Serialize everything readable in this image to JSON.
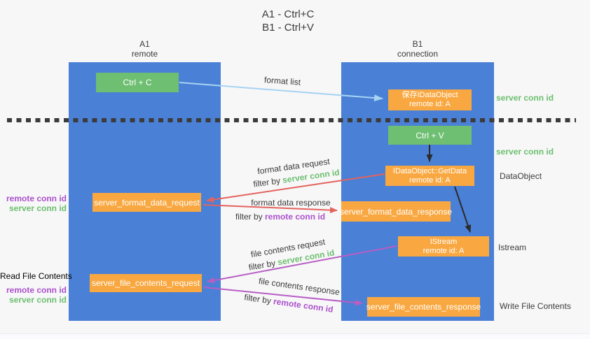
{
  "title": {
    "line1": "A1 - Ctrl+C",
    "line2": "B1 - Ctrl+V"
  },
  "columns": {
    "left": {
      "header_line1": "A1",
      "header_line2": "remote"
    },
    "right": {
      "header_line1": "B1",
      "header_line2": "connection"
    }
  },
  "nodes": {
    "ctrl_c": "Ctrl + C",
    "ctrl_v": "Ctrl + V",
    "save_dataobject": {
      "line1": "保存IDataObject",
      "line2": "remote id: A"
    },
    "getdata": {
      "line1": "IDataObject::GetData",
      "line2": "remote id: A"
    },
    "istream": {
      "line1": "IStream",
      "line2": "remote id: A"
    },
    "format_request": "server_format_data_request",
    "format_response": "server_format_data_response",
    "file_request": "server_file_contents_request",
    "file_response": "server_file_contents_response"
  },
  "arrow_labels": {
    "format_list": "format list",
    "format_data_request": "format data request",
    "format_data_response": "format data response",
    "file_contents_request": "file contents request",
    "file_contents_response": "file contents response",
    "filter_by": "filter by",
    "server_conn_id": "server conn id",
    "remote_conn_id": "remote conn id"
  },
  "side_labels": {
    "server_conn_id_top": "server conn id",
    "server_conn_id_mid": "server conn id",
    "dataobject": "DataObject",
    "istream": "Istream",
    "write_file_contents": "Write File Contents",
    "read_file_contents": "Read File Contents",
    "remote_conn_id_mid_left": "remote conn id",
    "server_conn_id_mid_left": "server conn id",
    "remote_conn_id_bottom_left": "remote conn id",
    "server_conn_id_bottom_left": "server conn id"
  },
  "colors": {
    "column_blue": "#4a80d6",
    "node_green": "#6ebf72",
    "node_orange": "#f9a841",
    "arrow_lightblue": "#a6d3f2",
    "arrow_red": "#e4635e",
    "arrow_purple": "#b85ec4",
    "arrow_black": "#2b2b2b",
    "text_green": "#6dbf6e",
    "text_purple": "#ab51cb",
    "text_dark": "#3b3b3b"
  }
}
